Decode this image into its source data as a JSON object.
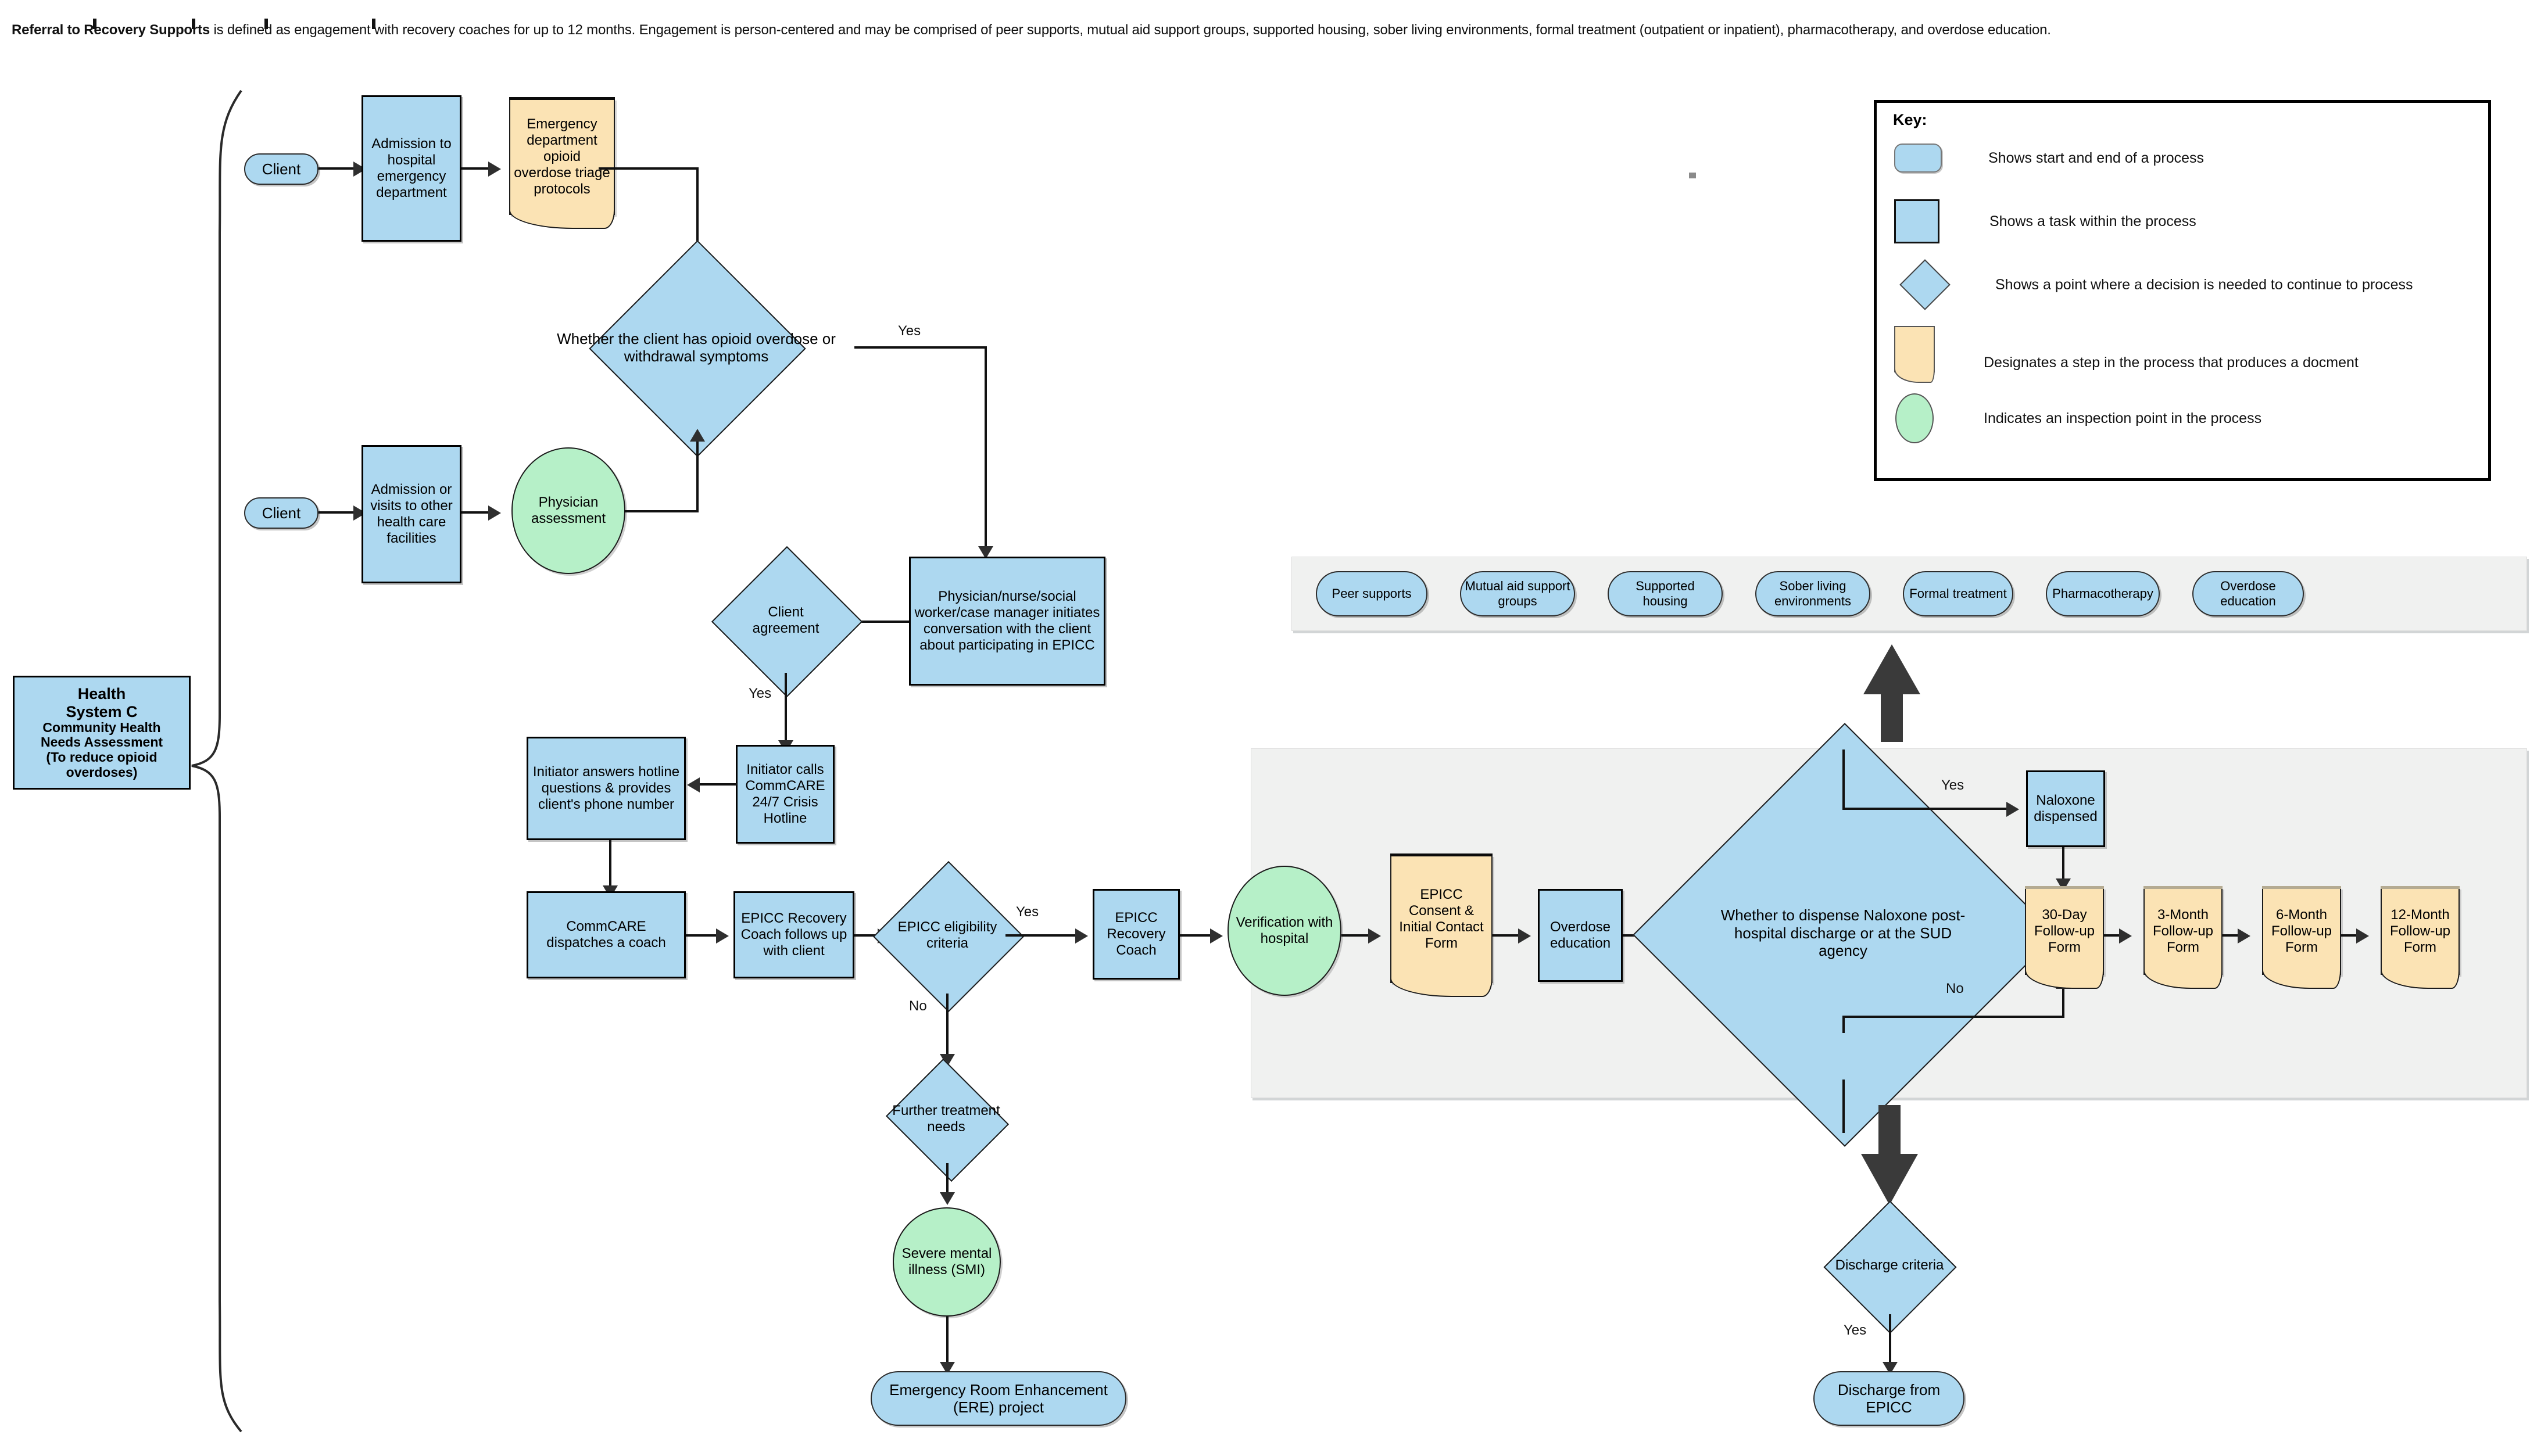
{
  "note": {
    "bold_lead": "Referral to Recovery Supports",
    "rest": " is defined as engagement with recovery coaches for up to 12 months.  Engagement is person-centered and may be comprised of peer supports, mutual aid support groups, supported housing, sober living environments, formal treatment (outpatient or inpatient),  pharmacotherapy, and overdose education."
  },
  "left_group": {
    "line1": "Health",
    "line2": "System C",
    "line3": "Community Health",
    "line4": "Needs Assessment",
    "line5": "(To reduce opioid",
    "line6": "overdoses)"
  },
  "nodes": {
    "client_1": "Client",
    "admission_ed": "Admission to hospital emergency department",
    "ed_triage_doc": "Emergency department opioid overdose triage protocols",
    "decision_overdose": "Whether the client has opioid overdose or withdrawal symptoms",
    "client_2": "Client",
    "admission_other": "Admission or visits to other health care facilities",
    "physician_assessment": "Physician assessment",
    "initiates_conversation": "Physician/nurse/social worker/case  manager initiates  conversation with  the  client about participating in EPICC",
    "decision_client_agreement": "Client agreement",
    "initiator_calls": "Initiator calls CommCARE 24/7 Crisis Hotline",
    "initiator_answers": "Initiator answers hotline questions & provides client's phone number",
    "commcare_dispatch": "CommCARE dispatches a coach",
    "coach_followup": "EPICC Recovery Coach follows up with client",
    "decision_eligibility": "EPICC eligibility criteria",
    "epicc_recovery_coach": "EPICC Recovery Coach",
    "decision_further_treatment": "Further treatment needs",
    "smi": "Severe mental illness (SMI)",
    "ere_project": "Emergency Room Enhancement (ERE) project",
    "verification": "Verification with hospital",
    "consent_form": "EPICC Consent & Initial Contact Form",
    "overdose_education": "Overdose education",
    "decision_naloxone": "Whether to dispense Naloxone post-hospital discharge or at the SUD agency",
    "naloxone_dispensed": "Naloxone dispensed",
    "followup_30day": "30-Day Follow-up Form",
    "followup_3month": "3-Month Follow-up Form",
    "followup_6month": "6-Month Follow-up Form",
    "followup_12month": "12-Month Follow-up Form",
    "decision_discharge": "Discharge criteria",
    "discharge_from_epicc": "Discharge from EPICC"
  },
  "edge_labels": {
    "overdose_yes": "Yes",
    "agreement_yes": "Yes",
    "eligibility_yes": "Yes",
    "eligibility_no": "No",
    "naloxone_yes": "Yes",
    "naloxone_no": "No",
    "discharge_yes": "Yes"
  },
  "recovery_supports": [
    "Peer supports",
    "Mutual aid support groups",
    "Supported housing",
    "Sober living environments",
    "Formal treatment",
    "Pharmacotherapy",
    "Overdose education"
  ],
  "key": {
    "title": "Key:",
    "items": [
      {
        "shape": "terminator",
        "text": "Shows start and end of a process"
      },
      {
        "shape": "task",
        "text": "Shows a task within the process"
      },
      {
        "shape": "decision",
        "text": "Shows a point where a decision is needed to continue to process"
      },
      {
        "shape": "document",
        "text": "Designates a step in the process that produces a docment"
      },
      {
        "shape": "inspection",
        "text": "Indicates an inspection point in the process"
      }
    ]
  },
  "colors": {
    "task_fill": "#add8f0",
    "document_fill": "#fbe3b4",
    "inspection_fill": "#b6f0c8",
    "panel_fill": "#f0f1f0",
    "line": "#2f2f2f"
  }
}
